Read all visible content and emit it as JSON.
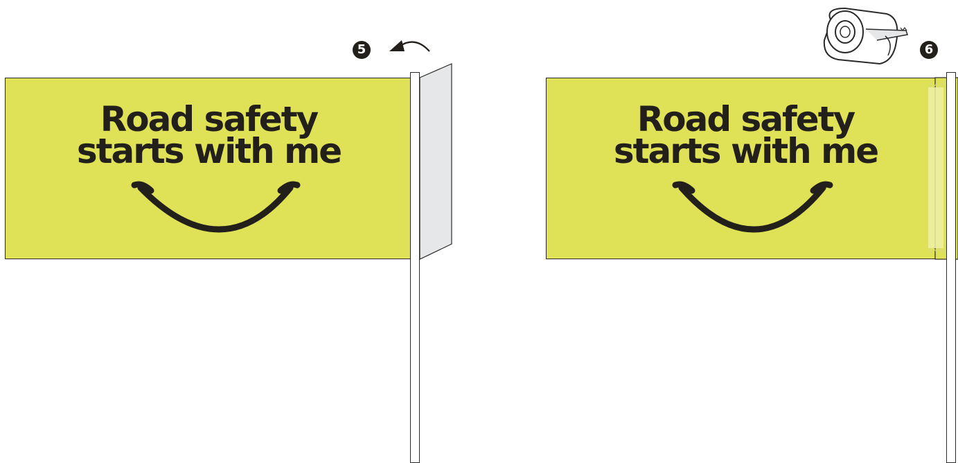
{
  "colors": {
    "flag_fill": "#dfe257",
    "ink": "#231f1a",
    "fold_flap": "#e6e7e8",
    "tape": "#eef0a8"
  },
  "steps": [
    {
      "number": "5",
      "slogan_line1": "Road safety",
      "slogan_line2": "starts with me",
      "icon": "fold-arrow-icon"
    },
    {
      "number": "6",
      "slogan_line1": "Road safety",
      "slogan_line2": "starts with me",
      "icon": "tape-dispenser-icon"
    }
  ]
}
